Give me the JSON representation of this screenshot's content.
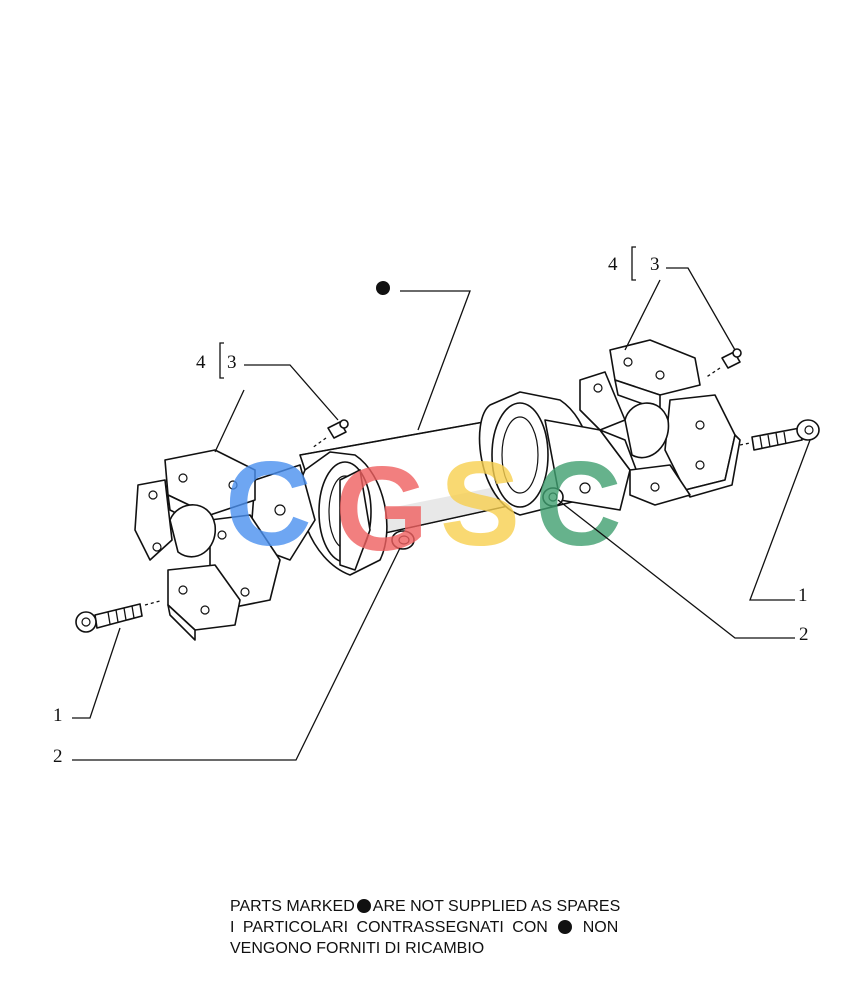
{
  "labels": {
    "left_group_outer": "4",
    "left_group_inner": "3",
    "right_group_outer": "4",
    "right_group_inner": "3",
    "left_screw": "1",
    "right_screw": "1",
    "left_nipple": "2",
    "right_nipple": "2"
  },
  "watermark": {
    "letters": [
      "C",
      "G",
      "S",
      "C"
    ],
    "colors": [
      "#4a90f0",
      "#f06060",
      "#f8d050",
      "#40a070"
    ]
  },
  "footnote": {
    "line1_a": "PARTS MARKED",
    "line1_b": "ARE NOT SUPPLIED AS SPARES",
    "line2_a": "I PARTICOLARI CONTRASSEGNATI CON",
    "line2_b": "NON",
    "line3": "VENGONO FORNITI DI RICAMBIO"
  }
}
